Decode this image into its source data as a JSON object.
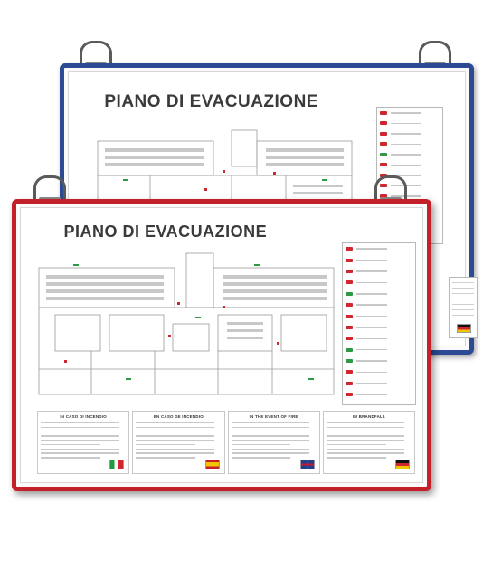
{
  "back_sign": {
    "title": "PIANO DI EVACUAZIONE",
    "frame_color": "#2c4b94"
  },
  "front_sign": {
    "title": "PIANO DI EVACUAZIONE",
    "frame_color": "#c4202a",
    "panels": [
      {
        "title": "IN CASO DI INCENDIO",
        "flag": "flag-italy-icon"
      },
      {
        "title": "EN CASO DE INCENDIO",
        "flag": "flag-spain-icon"
      },
      {
        "title": "IN THE EVENT OF FIRE",
        "flag": "flag-uk-icon"
      },
      {
        "title": "IM BRANDFALL",
        "flag": "flag-germany-icon"
      }
    ]
  },
  "legend_colors": [
    "#d0262e",
    "#d0262e",
    "#d0262e",
    "#d0262e",
    "#2f9a46",
    "#d0262e",
    "#d0262e",
    "#d0262e",
    "#d0262e",
    "#2f9a46",
    "#2f9a46",
    "#d0262e",
    "#d0262e",
    "#d0262e",
    "#2f9a46",
    "#d0262e",
    "#d0262e",
    "#d0262e",
    "#2f9a46"
  ]
}
